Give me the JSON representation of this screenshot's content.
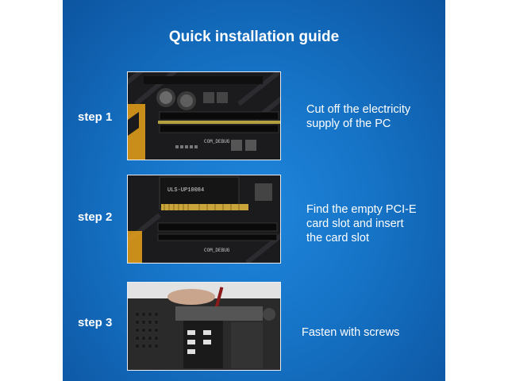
{
  "title": "Quick installation guide",
  "steps": [
    {
      "label": "step 1",
      "lines": [
        "Cut off the electricity",
        "supply of the PC"
      ]
    },
    {
      "label": "step 2",
      "lines": [
        "Find the empty PCI-E",
        "card slot  and insert",
        "the card slot"
      ]
    },
    {
      "label": "step 3",
      "lines": [
        "Fasten with screws"
      ]
    }
  ],
  "photo_text": {
    "com_debug": "COM_DEBUG",
    "card_label": "ULS-UP10084"
  },
  "colors": {
    "panel_blue": "#1673c6",
    "board_dark": "#1a1a1a",
    "accent_yellow": "#e8a21a"
  }
}
